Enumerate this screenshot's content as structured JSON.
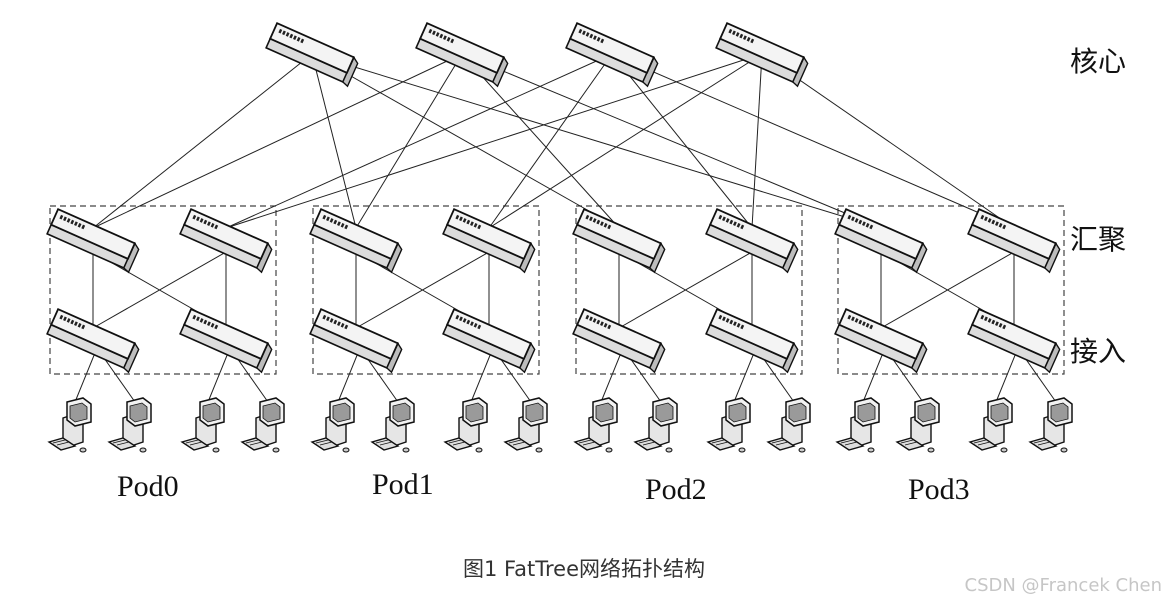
{
  "layers": {
    "core": "核心",
    "aggregation": "汇聚",
    "access": "接入"
  },
  "pods": [
    "Pod0",
    "Pod1",
    "Pod2",
    "Pod3"
  ],
  "caption": "图1  FatTree网络拓扑结构",
  "watermark": "CSDN @Francek Chen",
  "topology": {
    "core_switches": 4,
    "pod_count": 4,
    "aggregation_per_pod": 2,
    "access_per_pod": 2,
    "hosts_per_access": 2
  }
}
